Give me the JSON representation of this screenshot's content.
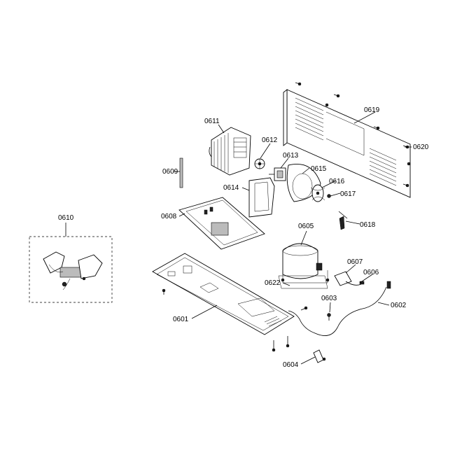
{
  "parts": [
    {
      "id": "p0601",
      "label": "0601"
    },
    {
      "id": "p0602",
      "label": "0602"
    },
    {
      "id": "p0603",
      "label": "0603"
    },
    {
      "id": "p0604",
      "label": "0604"
    },
    {
      "id": "p0605",
      "label": "0605"
    },
    {
      "id": "p0606",
      "label": "0606"
    },
    {
      "id": "p0607",
      "label": "0607"
    },
    {
      "id": "p0608",
      "label": "0608"
    },
    {
      "id": "p0609",
      "label": "0609"
    },
    {
      "id": "p0610",
      "label": "0610"
    },
    {
      "id": "p0611",
      "label": "0611"
    },
    {
      "id": "p0612",
      "label": "0612"
    },
    {
      "id": "p0613",
      "label": "0613"
    },
    {
      "id": "p0614",
      "label": "0614"
    },
    {
      "id": "p0615",
      "label": "0615"
    },
    {
      "id": "p0616",
      "label": "0616"
    },
    {
      "id": "p0617",
      "label": "0617"
    },
    {
      "id": "p0618",
      "label": "0618"
    },
    {
      "id": "p0619",
      "label": "0619"
    },
    {
      "id": "p0620",
      "label": "0620"
    },
    {
      "id": "p0622",
      "label": "0622"
    }
  ]
}
